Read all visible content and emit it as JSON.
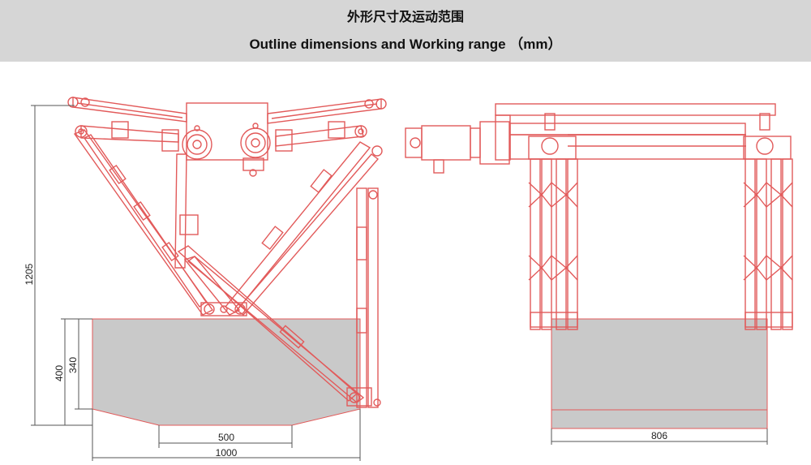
{
  "header": {
    "title_cn": "外形尺寸及运动范围",
    "title_en": "Outline dimensions and Working range （mm）"
  },
  "dimensions": {
    "height_total": "1205",
    "work_height": "400",
    "work_height_inner": "340",
    "bottom_width": "500",
    "diameter": "1000",
    "side_width": "806"
  },
  "colors": {
    "robot_line": "#e25a5a",
    "work_area": "#c9c9c9",
    "dim_line": "#555555",
    "header_bg": "#d6d6d6"
  }
}
